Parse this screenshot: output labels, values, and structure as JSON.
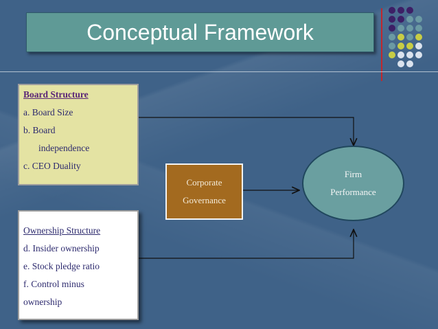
{
  "title": "Conceptual Framework",
  "board": {
    "header": "Board Structure",
    "lines": [
      "a.  Board Size",
      "b.  Board",
      "independence",
      "c.  CEO Duality"
    ]
  },
  "ownership": {
    "header": "Ownership Structure",
    "lines": [
      "d. Insider ownership",
      "e. Stock pledge ratio",
      "f. Control minus",
      "ownership"
    ]
  },
  "center": {
    "line1": "Corporate",
    "line2": "Governance"
  },
  "target": {
    "line1": "Firm",
    "line2": "Performance"
  },
  "colors": {
    "background": "#3f6288",
    "title_box": "#5f9a96",
    "board_box": "#e4e3a3",
    "governance_box": "#a36a1f",
    "performance_ellipse": "#6a9fa0",
    "accent_line": "#c1272d",
    "dot_purple": "#3d1f66",
    "dot_teal": "#6b9aa3",
    "dot_yellow": "#c8cd45",
    "dot_light": "#dbe3ee"
  }
}
